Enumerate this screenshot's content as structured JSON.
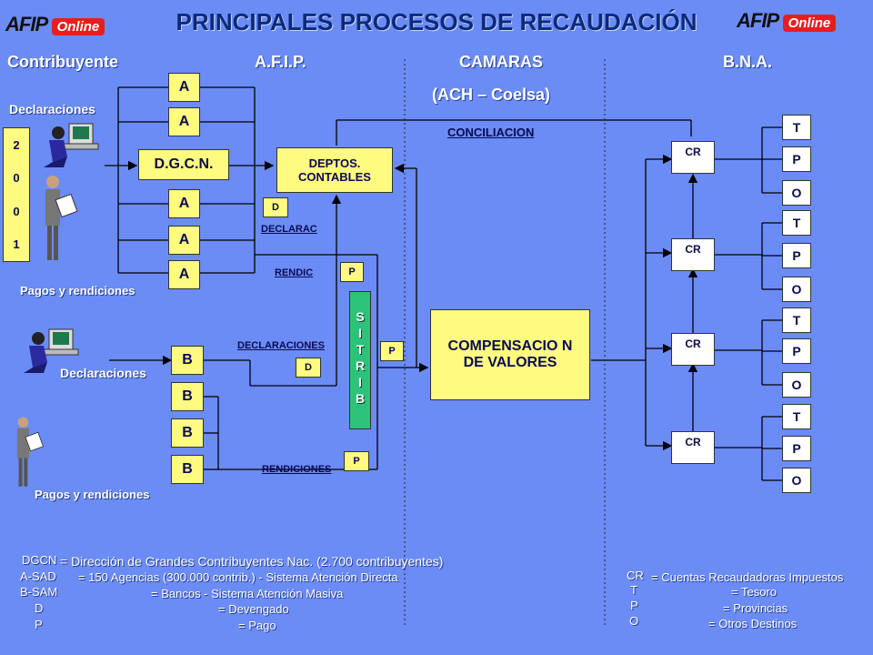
{
  "title": "PRINCIPALES PROCESOS DE RECAUDACIÓN",
  "logo": {
    "left": "AFIP",
    "right": "AFIP",
    "online": "Online"
  },
  "headers": {
    "contribuyente": "Contribuyente",
    "afip": "A.F.I.P.",
    "camaras": "CAMARAS",
    "camaras_sub": "(ACH – Coelsa)",
    "bna": "B.N.A."
  },
  "labels": {
    "declaraciones1": "Declaraciones",
    "pagos1": "Pagos y rendiciones",
    "declaraciones2": "Declaraciones",
    "pagos2": "Pagos y rendiciones",
    "conciliacion": "CONCILIACION",
    "declarac": "DECLARAC",
    "rendic": "RENDIC",
    "declaraciones_line": "DECLARACIONES",
    "rendiciones_line": "RENDICIONES"
  },
  "year_digits": [
    "2",
    "0",
    "0",
    "1"
  ],
  "a_boxes": [
    "A",
    "A",
    "A",
    "A",
    "A"
  ],
  "dgcn": "D.G.C.N.",
  "b_boxes": [
    "B",
    "B",
    "B",
    "B"
  ],
  "deptos": "DEPTOS. CONTABLES",
  "sitrib": [
    "S",
    "I",
    "T",
    "R",
    "I",
    "B"
  ],
  "small": {
    "d1": "D",
    "p1": "P",
    "p2": "P",
    "d2": "D",
    "p3": "P"
  },
  "compensacion": "COMPENSACIO N DE VALORES",
  "cr_boxes": [
    "CR",
    "CR",
    "CR",
    "CR"
  ],
  "tpo_boxes": [
    "T",
    "P",
    "O",
    "T",
    "P",
    "O",
    "T",
    "P",
    "O",
    "T",
    "P",
    "O"
  ],
  "legend_left": {
    "keys": [
      "DGCN",
      "A-SAD",
      "B-SAM",
      "D",
      "P"
    ],
    "values": [
      "= Dirección de Grandes Contribuyentes Nac. (2.700 contribuyentes)",
      "= 150 Agencias (300.000 contrib.) -  Sistema Atención Directa",
      "= Bancos -  Sistema Atención Masiva",
      "= Devengado",
      "= Pago"
    ]
  },
  "legend_right": {
    "keys": [
      "CR",
      "T",
      "P",
      "O"
    ],
    "values": [
      "= Cuentas Recaudadoras Impuestos",
      "= Tesoro",
      "= Provincias",
      "= Otros Destinos"
    ]
  }
}
